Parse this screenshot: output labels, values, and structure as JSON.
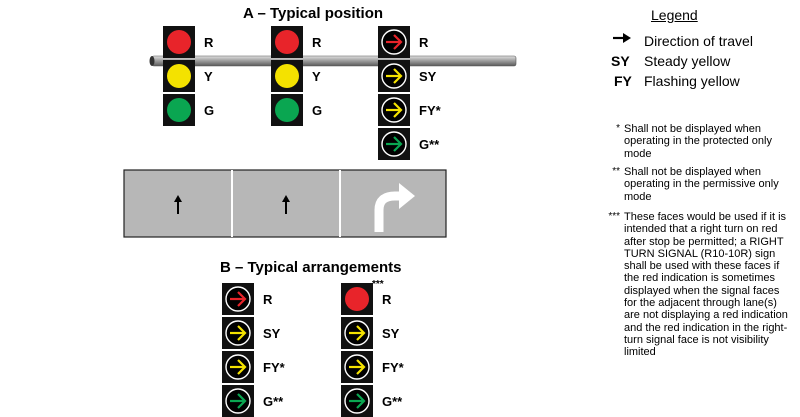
{
  "section_a": {
    "title": "A – Typical position",
    "heads": [
      {
        "lights": [
          {
            "type": "ball",
            "color": "red",
            "label": "R"
          },
          {
            "type": "ball",
            "color": "yellow",
            "label": "Y"
          },
          {
            "type": "ball",
            "color": "green",
            "label": "G"
          }
        ]
      },
      {
        "lights": [
          {
            "type": "ball",
            "color": "red",
            "label": "R"
          },
          {
            "type": "ball",
            "color": "yellow",
            "label": "Y"
          },
          {
            "type": "ball",
            "color": "green",
            "label": "G"
          }
        ]
      },
      {
        "lights": [
          {
            "type": "arrow",
            "color": "red",
            "label": "R"
          },
          {
            "type": "arrow",
            "color": "yellow",
            "label": "SY"
          },
          {
            "type": "arrow",
            "color": "yellow",
            "label": "FY*"
          },
          {
            "type": "arrow",
            "color": "green",
            "label": "G**"
          }
        ]
      }
    ],
    "lanes": [
      "through",
      "through",
      "right-turn"
    ]
  },
  "section_b": {
    "title": "B – Typical arrangements",
    "heads": [
      {
        "marker": "",
        "lights": [
          {
            "type": "arrow",
            "color": "red",
            "label": "R"
          },
          {
            "type": "arrow",
            "color": "yellow",
            "label": "SY"
          },
          {
            "type": "arrow",
            "color": "yellow",
            "label": "FY*"
          },
          {
            "type": "arrow",
            "color": "green",
            "label": "G**"
          }
        ]
      },
      {
        "marker": "***",
        "lights": [
          {
            "type": "ball",
            "color": "red",
            "label": "R"
          },
          {
            "type": "arrow",
            "color": "yellow",
            "label": "SY"
          },
          {
            "type": "arrow",
            "color": "yellow",
            "label": "FY*"
          },
          {
            "type": "arrow",
            "color": "green",
            "label": "G**"
          }
        ]
      }
    ]
  },
  "legend": {
    "title": "Legend",
    "items": [
      {
        "key": "arrow-icon",
        "text": "Direction of travel"
      },
      {
        "key": "SY",
        "text": "Steady yellow"
      },
      {
        "key": "FY",
        "text": "Flashing yellow"
      }
    ]
  },
  "notes": [
    {
      "mark": "*",
      "text": "Shall not be displayed when operating in the protected only mode"
    },
    {
      "mark": "**",
      "text": "Shall not be displayed when operating in the permissive only mode"
    },
    {
      "mark": "***",
      "text": "These faces would be used if it is intended that a right turn on red after stop be permitted; a RIGHT TURN SIGNAL (R10-10R) sign shall be used with these faces if the red indication is sometimes displayed when the signal faces for the adjacent through lane(s) are not displaying a red indication and the red indication in the right-turn signal face is not visibility limited"
    }
  ],
  "colors": {
    "red": "#e8242a",
    "yellow": "#f4e200",
    "green": "#0aa651",
    "housing": "#111111",
    "road": "#b7b7b7"
  }
}
